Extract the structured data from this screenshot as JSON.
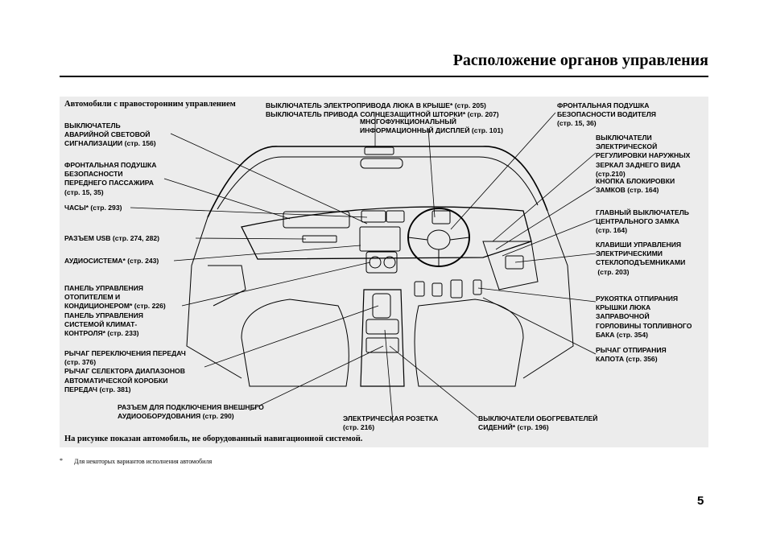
{
  "header": {
    "title": "Расположение органов управления"
  },
  "panel": {
    "heading": "Автомобили с правосторонним управлением",
    "caption": "На рисунке показан автомобиль, не оборудованный навигационной системой."
  },
  "labels": {
    "hazard": "ВЫКЛЮЧАТЕЛЬ\nАВАРИЙНОЙ СВЕТОВОЙ\nСИГНАЛИЗАЦИИ (стр. 156)",
    "passenger_airbag": "ФРОНТАЛЬНАЯ ПОДУШКА\nБЕЗОПАСНОСТИ\nПЕРЕДНЕГО ПАССАЖИРА\n(стр. 15, 35)",
    "clock": "ЧАСЫ* (стр. 293)",
    "usb": "РАЗЪЕМ USB (стр. 274, 282)",
    "audio": "АУДИОСИСТЕМА* (стр. 243)",
    "climate": "ПАНЕЛЬ УПРАВЛЕНИЯ\nОТОПИТЕЛЕМ И\nКОНДИЦИОНЕРОМ* (стр. 226)\nПАНЕЛЬ УПРАВЛЕНИЯ\nСИСТЕМОЙ КЛИМАТ-\nКОНТРОЛЯ* (стр. 233)",
    "shifter": "РЫЧАГ ПЕРЕКЛЮЧЕНИЯ ПЕРЕДАЧ\n(стр. 376)\nРЫЧАГ СЕЛЕКТОРА ДИАПАЗОНОВ\nАВТОМАТИЧЕСКОЙ КОРОБКИ\nПЕРЕДАЧ (стр. 381)",
    "aux": "РАЗЪЕМ ДЛЯ ПОДКЛЮЧЕНИЯ ВНЕШНЕГО\nАУДИООБОРУДОВАНИЯ (стр. 290)",
    "sunroof": "ВЫКЛЮЧАТЕЛЬ ЭЛЕКТРОПРИВОДА ЛЮКА В КРЫШЕ* (стр. 205)\nВЫКЛЮЧАТЕЛЬ ПРИВОДА СОЛНЦЕЗАЩИТНОЙ ШТОРКИ* (стр. 207)",
    "mid": "МНОГОФУНКЦИОНАЛЬНЫЙ\nИНФОРМАЦИОННЫЙ ДИСПЛЕЙ (стр. 101)",
    "outlet": "ЭЛЕКТРИЧЕСКАЯ РОЗЕТКА\n(стр. 216)",
    "seat_heaters": "ВЫКЛЮЧАТЕЛИ ОБОГРЕВАТЕЛЕЙ\nСИДЕНИЙ* (стр. 196)",
    "driver_airbag": "ФРОНТАЛЬНАЯ ПОДУШКА\nБЕЗОПАСНОСТИ ВОДИТЕЛЯ\n(стр. 15, 36)",
    "mirrors": "ВЫКЛЮЧАТЕЛИ\nЭЛЕКТРИЧЕСКОЙ\nРЕГУЛИРОВКИ НАРУЖНЫХ\nЗЕРКАЛ ЗАДНЕГО ВИДА\n(стр.210)",
    "lockout": "КНОПКА БЛОКИРОВКИ\nЗАМКОВ (стр. 164)",
    "master_lock": "ГЛАВНЫЙ ВЫКЛЮЧАТЕЛЬ\nЦЕНТРАЛЬНОГО ЗАМКА\n(стр. 164)",
    "windows": "КЛАВИШИ УПРАВЛЕНИЯ\nЭЛЕКТРИЧЕСКИМИ\nСТЕКЛОПОДЪЕМНИКАМИ\n (стр. 203)",
    "fuel_door": "РУКОЯТКА ОТПИРАНИЯ\nКРЫШКИ ЛЮКА\nЗАПРАВОЧНОЙ\nГОРЛОВИНЫ ТОПЛИВНОГО\nБАКА (стр. 354)",
    "hood": "РЫЧАГ ОТПИРАНИЯ\nКАПОТА (стр. 356)"
  },
  "footnote": {
    "mark": "*",
    "text": "Для некоторых вариантов исполнения автомобиля"
  },
  "page_number": "5"
}
